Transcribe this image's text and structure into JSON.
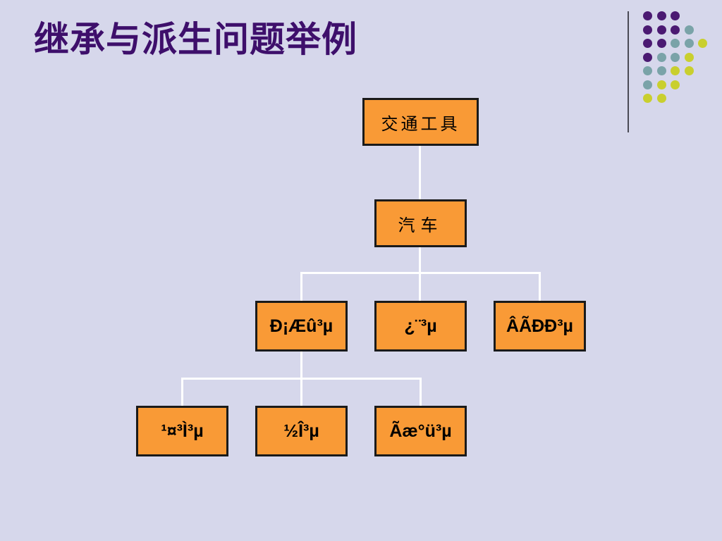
{
  "slide": {
    "title": "继承与派生问题举例"
  },
  "tree": {
    "root": "交通工具",
    "level1": "汽车",
    "level2": [
      "Ð¡Æû³µ",
      "¿¨³µ",
      "ÂÃÐÐ³µ"
    ],
    "level3": [
      "¹¤³Ì³µ",
      "½Î³µ",
      "Ãæ°ü³µ"
    ]
  },
  "colors": {
    "background": "#d6d7eb",
    "title": "#3e0f6b",
    "node_fill": "#f99a36",
    "node_border": "#1a1a1a",
    "connector": "#ffffff",
    "dot_purple": "#4b1a72",
    "dot_teal": "#7aa3a8",
    "dot_yellow": "#c9cf2e"
  },
  "decoration": {
    "dot_grid": [
      [
        "purple",
        "purple",
        "purple",
        null,
        null
      ],
      [
        "purple",
        "purple",
        "purple",
        "teal",
        null
      ],
      [
        "purple",
        "purple",
        "teal",
        "teal",
        "yellow"
      ],
      [
        "purple",
        "teal",
        "teal",
        "yellow",
        null
      ],
      [
        "teal",
        "teal",
        "yellow",
        "yellow",
        null
      ],
      [
        "teal",
        "yellow",
        "yellow",
        null,
        null
      ],
      [
        "yellow",
        "yellow",
        null,
        null,
        null
      ]
    ]
  }
}
